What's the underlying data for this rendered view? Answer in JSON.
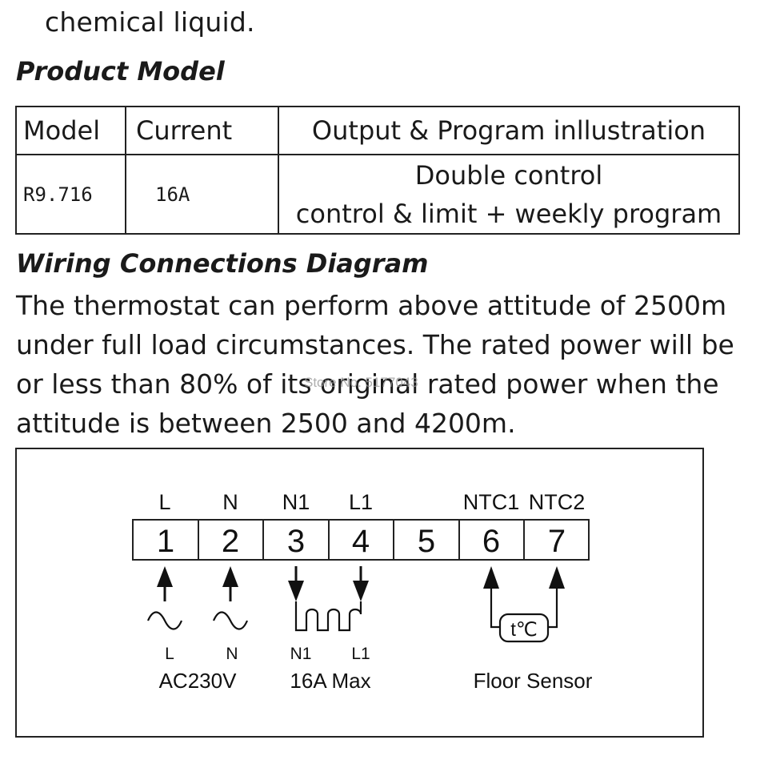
{
  "intro_text": "chemical liquid.",
  "product_model": {
    "heading": "Product Model",
    "table": {
      "headers": [
        "Model",
        "Current",
        "Output & Program inllustration"
      ],
      "row": {
        "model": "R9.716",
        "current": "16A",
        "output_lines": [
          "Double control",
          "control & limit + weekly program"
        ]
      }
    }
  },
  "wiring": {
    "heading": "Wiring Connections Diagram",
    "paragraph_lines": [
      "The thermostat can perform above attitude of 2500m",
      "under full load circumstances. The rated power will be",
      "or less than 80% of its original rated power when the",
      "attitude is between 2500 and 4200m."
    ],
    "watermark": "Store No. 5177043"
  },
  "diagram": {
    "terminal_labels": [
      "L",
      "N",
      "N1",
      "L1",
      "",
      "NTC1",
      "NTC2"
    ],
    "terminals": [
      "1",
      "2",
      "3",
      "4",
      "5",
      "6",
      "7"
    ],
    "power": {
      "label_l": "L",
      "label_n": "N",
      "caption": "AC230V"
    },
    "load": {
      "label_n1": "N1",
      "label_l1": "L1",
      "caption": "16A Max"
    },
    "sensor": {
      "symbol": "t℃",
      "caption": "Floor Sensor"
    }
  }
}
